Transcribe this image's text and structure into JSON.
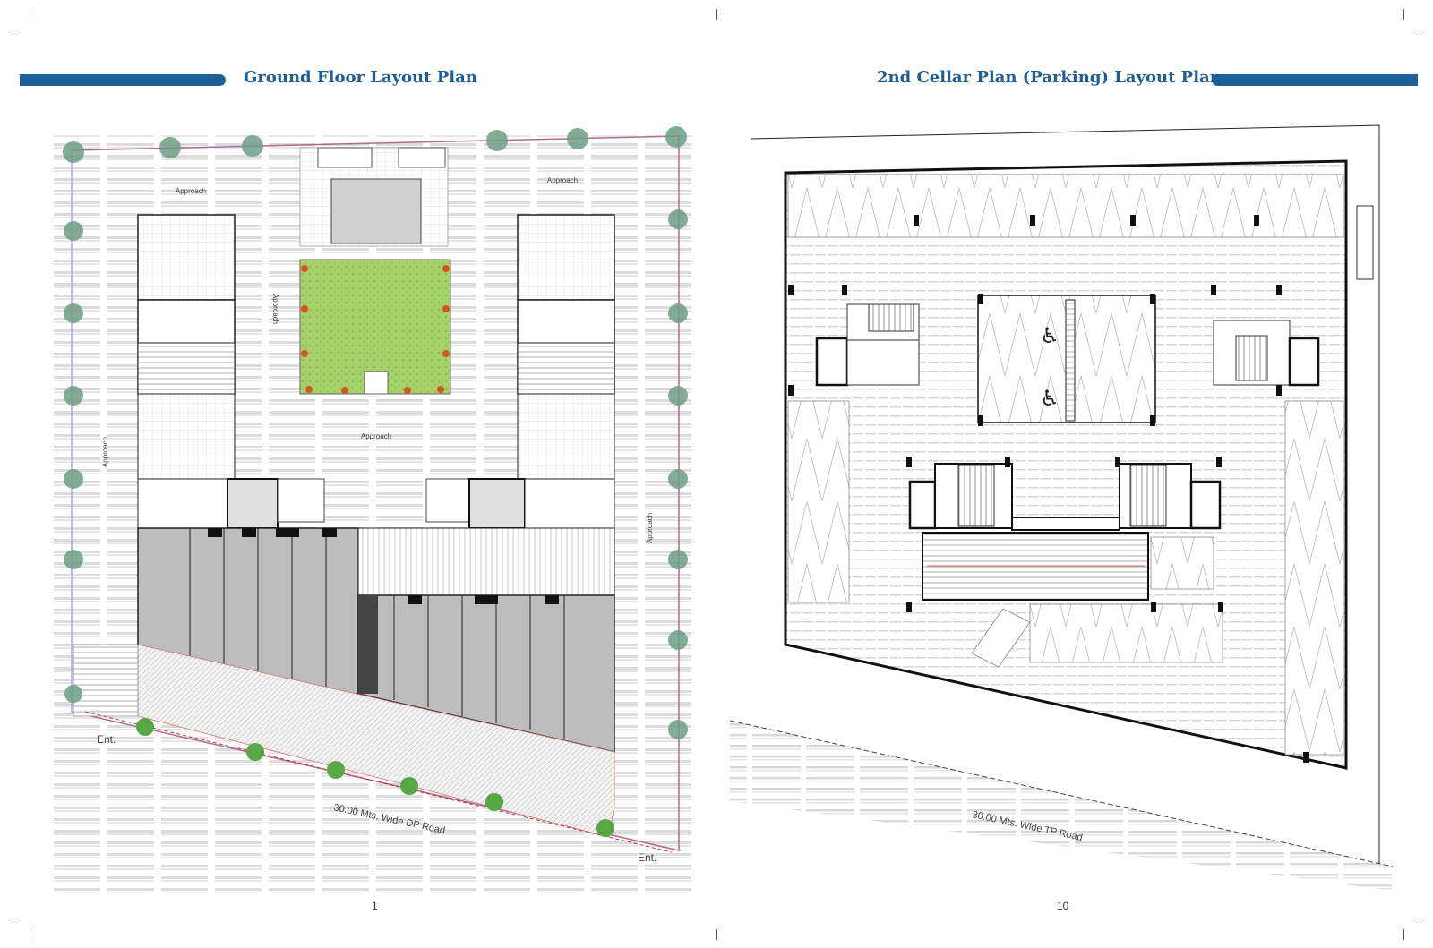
{
  "left_page": {
    "title": "Ground Floor Layout Plan",
    "page_number": "1",
    "plan": {
      "labels": {
        "approach_top_left": "Approach",
        "approach_top_right": "Approach",
        "approach_center": "Approach",
        "approach_side_left": "Approach",
        "approach_side_center": "Approach",
        "approach_side_right": "Approach",
        "road": "30.00 Mts. Wide DP Road",
        "ent_left": "Ent.",
        "ent_right": "Ent."
      }
    }
  },
  "right_page": {
    "title": "2nd Cellar Plan (Parking) Layout Plan",
    "page_number": "10",
    "plan": {
      "labels": {
        "road": "30.00 Mts. Wide TP Road"
      }
    }
  },
  "colors": {
    "accent": "#1e5f96",
    "shop_fill": "#bdbdbd",
    "garden": "#9ccc65"
  }
}
